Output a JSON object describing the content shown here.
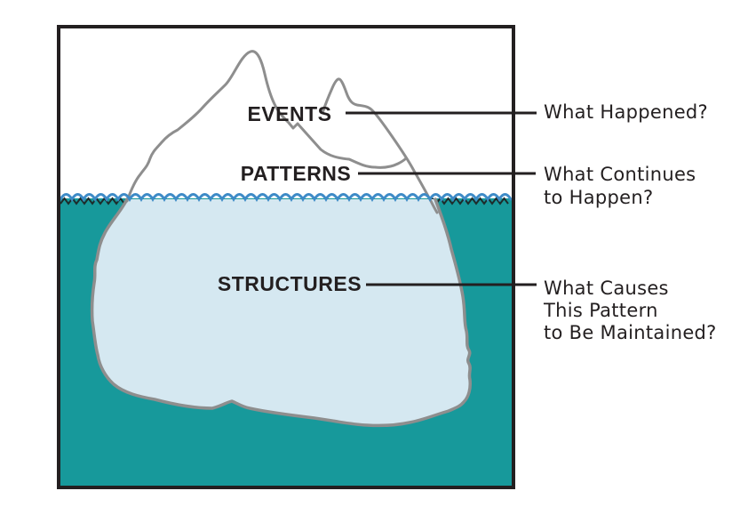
{
  "diagram": {
    "type": "iceberg-model",
    "levels": [
      {
        "id": "events",
        "label": "EVENTS"
      },
      {
        "id": "patterns",
        "label": "PATTERNS"
      },
      {
        "id": "structures",
        "label": "STRUCTURES"
      }
    ],
    "annotations": [
      {
        "for": "events",
        "lines": [
          "What Happened?"
        ]
      },
      {
        "for": "patterns",
        "lines": [
          "What Continues",
          "to Happen?"
        ]
      },
      {
        "for": "structures",
        "lines": [
          "What Causes",
          "This Pattern",
          "to Be Maintained?"
        ]
      }
    ]
  },
  "colors": {
    "water_teal": "#17999b",
    "iceberg_fill": "#d5e8f1",
    "outline_gray": "#8e8e8e",
    "wave_blue": "#3e8bc7",
    "ink": "#231f20"
  }
}
